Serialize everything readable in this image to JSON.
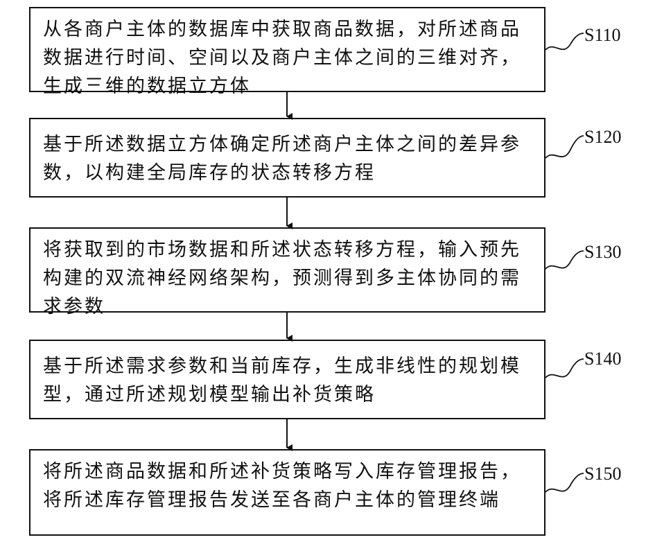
{
  "steps": [
    {
      "id": "S110",
      "text": "从各商户主体的数据库中获取商品数据，对所述商品数据进行时间、空间以及商户主体之间的三维对齐，生成三维的数据立方体"
    },
    {
      "id": "S120",
      "text": "基于所述数据立方体确定所述商户主体之间的差异参数，以构建全局库存的状态转移方程"
    },
    {
      "id": "S130",
      "text": "将获取到的市场数据和所述状态转移方程，输入预先构建的双流神经网络架构，预测得到多主体协同的需求参数"
    },
    {
      "id": "S140",
      "text": "基于所述需求参数和当前库存，生成非线性的规划模型，通过所述规划模型输出补货策略"
    },
    {
      "id": "S150",
      "text": "将所述商品数据和所述补货策略写入库存管理报告，将所述库存管理报告发送至各商户主体的管理终端"
    }
  ]
}
